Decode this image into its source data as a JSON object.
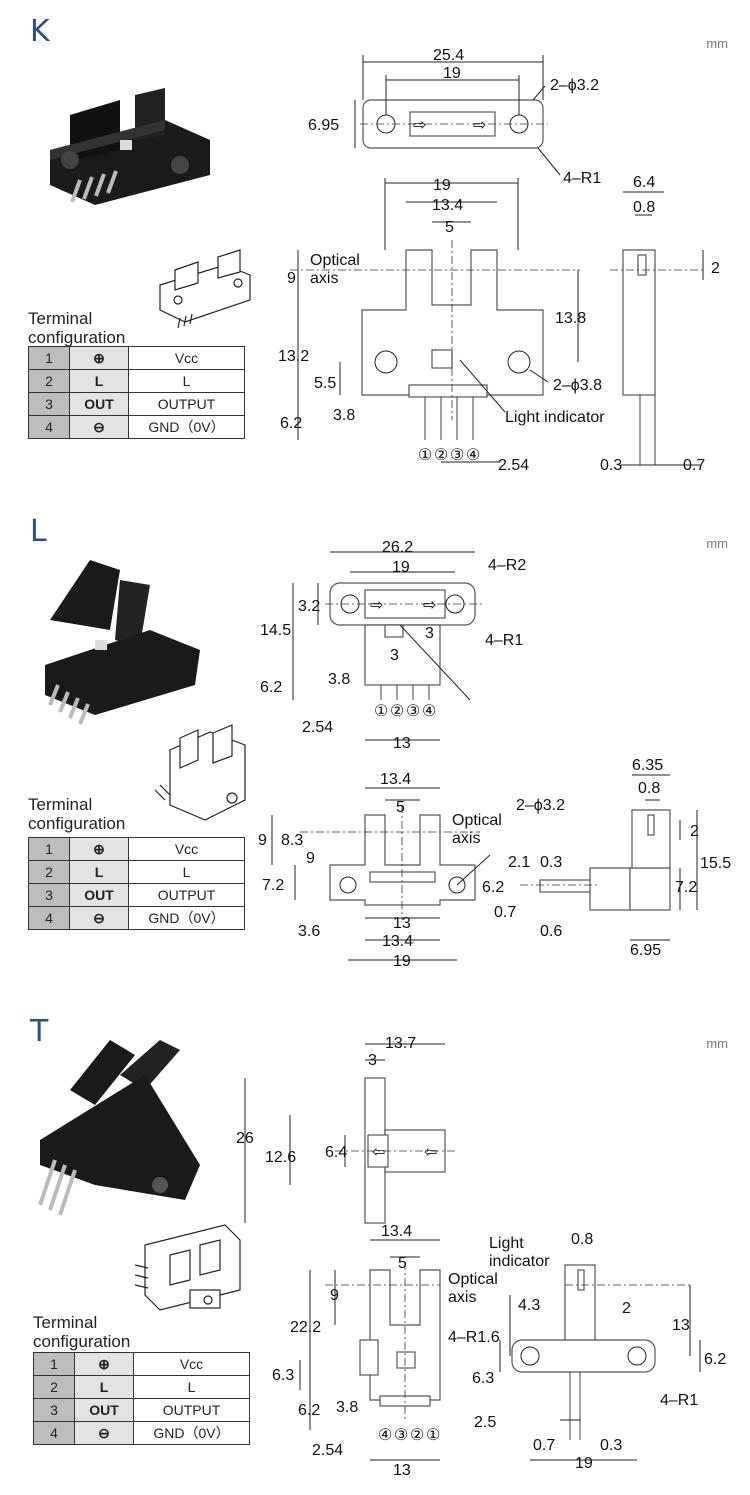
{
  "unit": "mm",
  "terminal_title": "Terminal\nconfiguration",
  "sections": [
    {
      "letter": "K",
      "terminals": [
        {
          "num": "1",
          "sym": "⊕",
          "func": "Vcc"
        },
        {
          "num": "2",
          "sym": "L",
          "func": "L"
        },
        {
          "num": "3",
          "sym": "OUT",
          "func": "OUTPUT"
        },
        {
          "num": "4",
          "sym": "⊖",
          "func": "GND（0V）"
        }
      ],
      "dims": {
        "top_total": "25.4",
        "top_mount": "19",
        "top_hole": "2–ϕ3.2",
        "top_h": "6.95",
        "top_r": "4–R1",
        "front_w": "19",
        "front_slot": "13.4",
        "front_gap": "5",
        "axis_label": "Optical\naxis",
        "front_axis": "9",
        "front_h": "13.8",
        "front_side": "13.2",
        "front_b": "5.5",
        "front_hole": "2–ϕ3.8",
        "front_pin": "6.2",
        "front_pin2": "3.8",
        "indicator": "Light indicator",
        "pitch": "2.54",
        "side_w": "6.4",
        "side_t": "0.8",
        "side_s": "2",
        "side_p1": "0.3",
        "side_p2": "0.7",
        "pins": [
          "①",
          "②",
          "③",
          "④"
        ]
      }
    },
    {
      "letter": "L",
      "terminals": [
        {
          "num": "1",
          "sym": "⊕",
          "func": "Vcc"
        },
        {
          "num": "2",
          "sym": "L",
          "func": "L"
        },
        {
          "num": "3",
          "sym": "OUT",
          "func": "OUTPUT"
        },
        {
          "num": "4",
          "sym": "⊖",
          "func": "GND（0V）"
        }
      ],
      "dims": {
        "top_total": "26.2",
        "top_mount": "19",
        "top_r2": "4–R2",
        "top_h": "3.2",
        "top_r1": "4–R1",
        "top_left": "14.5",
        "top_3a": "3",
        "top_3b": "3",
        "pin_h": "6.2",
        "pin_h2": "3.8",
        "pitch": "2.54",
        "pin_w": "13",
        "front_slot": "13.4",
        "front_gap": "5",
        "front_hole": "2–ϕ3.2",
        "axis_label": "Optical\naxis",
        "f9": "9",
        "f83": "8.3",
        "f9b": "9",
        "f72": "7.2",
        "f36": "3.6",
        "f13": "13",
        "f134": "13.4",
        "f19": "19",
        "s21": "2.1",
        "s03": "0.3",
        "s62": "6.2",
        "s07": "0.7",
        "s06": "0.6",
        "r635": "6.35",
        "r08": "0.8",
        "r2": "2",
        "r155": "15.5",
        "r72": "7.2",
        "r695": "6.95",
        "pins": [
          "①",
          "②",
          "③",
          "④"
        ]
      }
    },
    {
      "letter": "T",
      "terminals": [
        {
          "num": "1",
          "sym": "⊕",
          "func": "Vcc"
        },
        {
          "num": "2",
          "sym": "L",
          "func": "L"
        },
        {
          "num": "3",
          "sym": "OUT",
          "func": "OUTPUT"
        },
        {
          "num": "4",
          "sym": "⊖",
          "func": "GND（0V）"
        }
      ],
      "dims": {
        "top_w": "13.7",
        "top_3": "3",
        "top_26": "26",
        "top_126": "12.6",
        "top_64": "6.4",
        "front_slot": "13.4",
        "front_gap": "5",
        "indicator": "Light\nindicator",
        "axis_label": "Optical\naxis",
        "f9": "9",
        "f222": "22.2",
        "f63": "6.3",
        "f62": "6.2",
        "f38": "3.8",
        "pitch": "2.54",
        "f13": "13",
        "s08": "0.8",
        "s43": "4.3",
        "s2": "2",
        "s13": "13",
        "s_r16": "4–R1.6",
        "s62": "6.2",
        "s63": "6.3",
        "s_r1": "4–R1",
        "s25": "2.5",
        "s07": "0.7",
        "s03": "0.3",
        "s19": "19",
        "pins": [
          "④",
          "③",
          "②",
          "①"
        ]
      }
    }
  ]
}
